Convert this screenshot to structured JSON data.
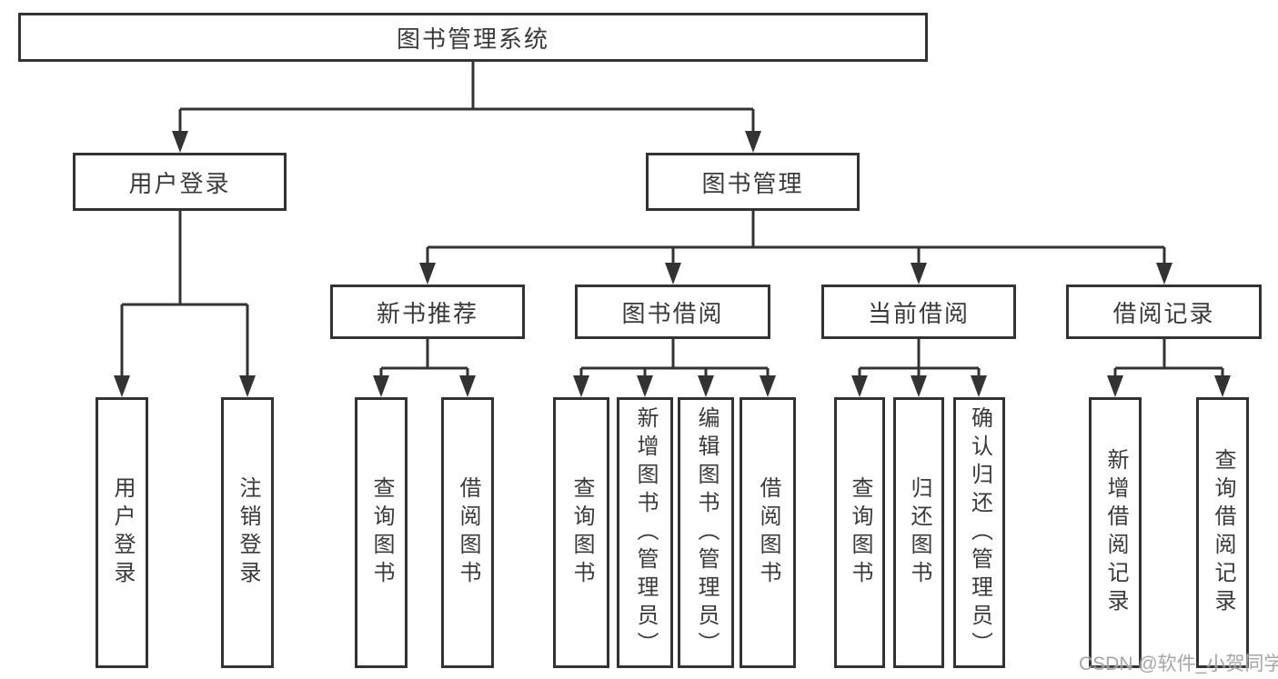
{
  "diagram": {
    "tree": {
      "label": "图书管理系统",
      "children": [
        {
          "label": "用户登录",
          "children": [
            {
              "label": "用户登录"
            },
            {
              "label": "注销登录"
            }
          ]
        },
        {
          "label": "图书管理",
          "children": [
            {
              "label": "新书推荐",
              "children": [
                {
                  "label": "查询图书"
                },
                {
                  "label": "借阅图书"
                }
              ]
            },
            {
              "label": "图书借阅",
              "children": [
                {
                  "label": "查询图书"
                },
                {
                  "label": "新增图书（管理员）"
                },
                {
                  "label": "编辑图书（管理员）"
                },
                {
                  "label": "借阅图书"
                }
              ]
            },
            {
              "label": "当前借阅",
              "children": [
                {
                  "label": "查询图书"
                },
                {
                  "label": "归还图书"
                },
                {
                  "label": "确认归还（管理员）"
                }
              ]
            },
            {
              "label": "借阅记录",
              "children": [
                {
                  "label": "新增借阅记录"
                },
                {
                  "label": "查询借阅记录"
                }
              ]
            }
          ]
        }
      ]
    }
  },
  "watermark": {
    "text": "CSDN @软件_小贺同学"
  },
  "colors": {
    "line": "#333333",
    "text": "#3a3a3a",
    "background": "#ffffff",
    "watermark": "#969696"
  }
}
